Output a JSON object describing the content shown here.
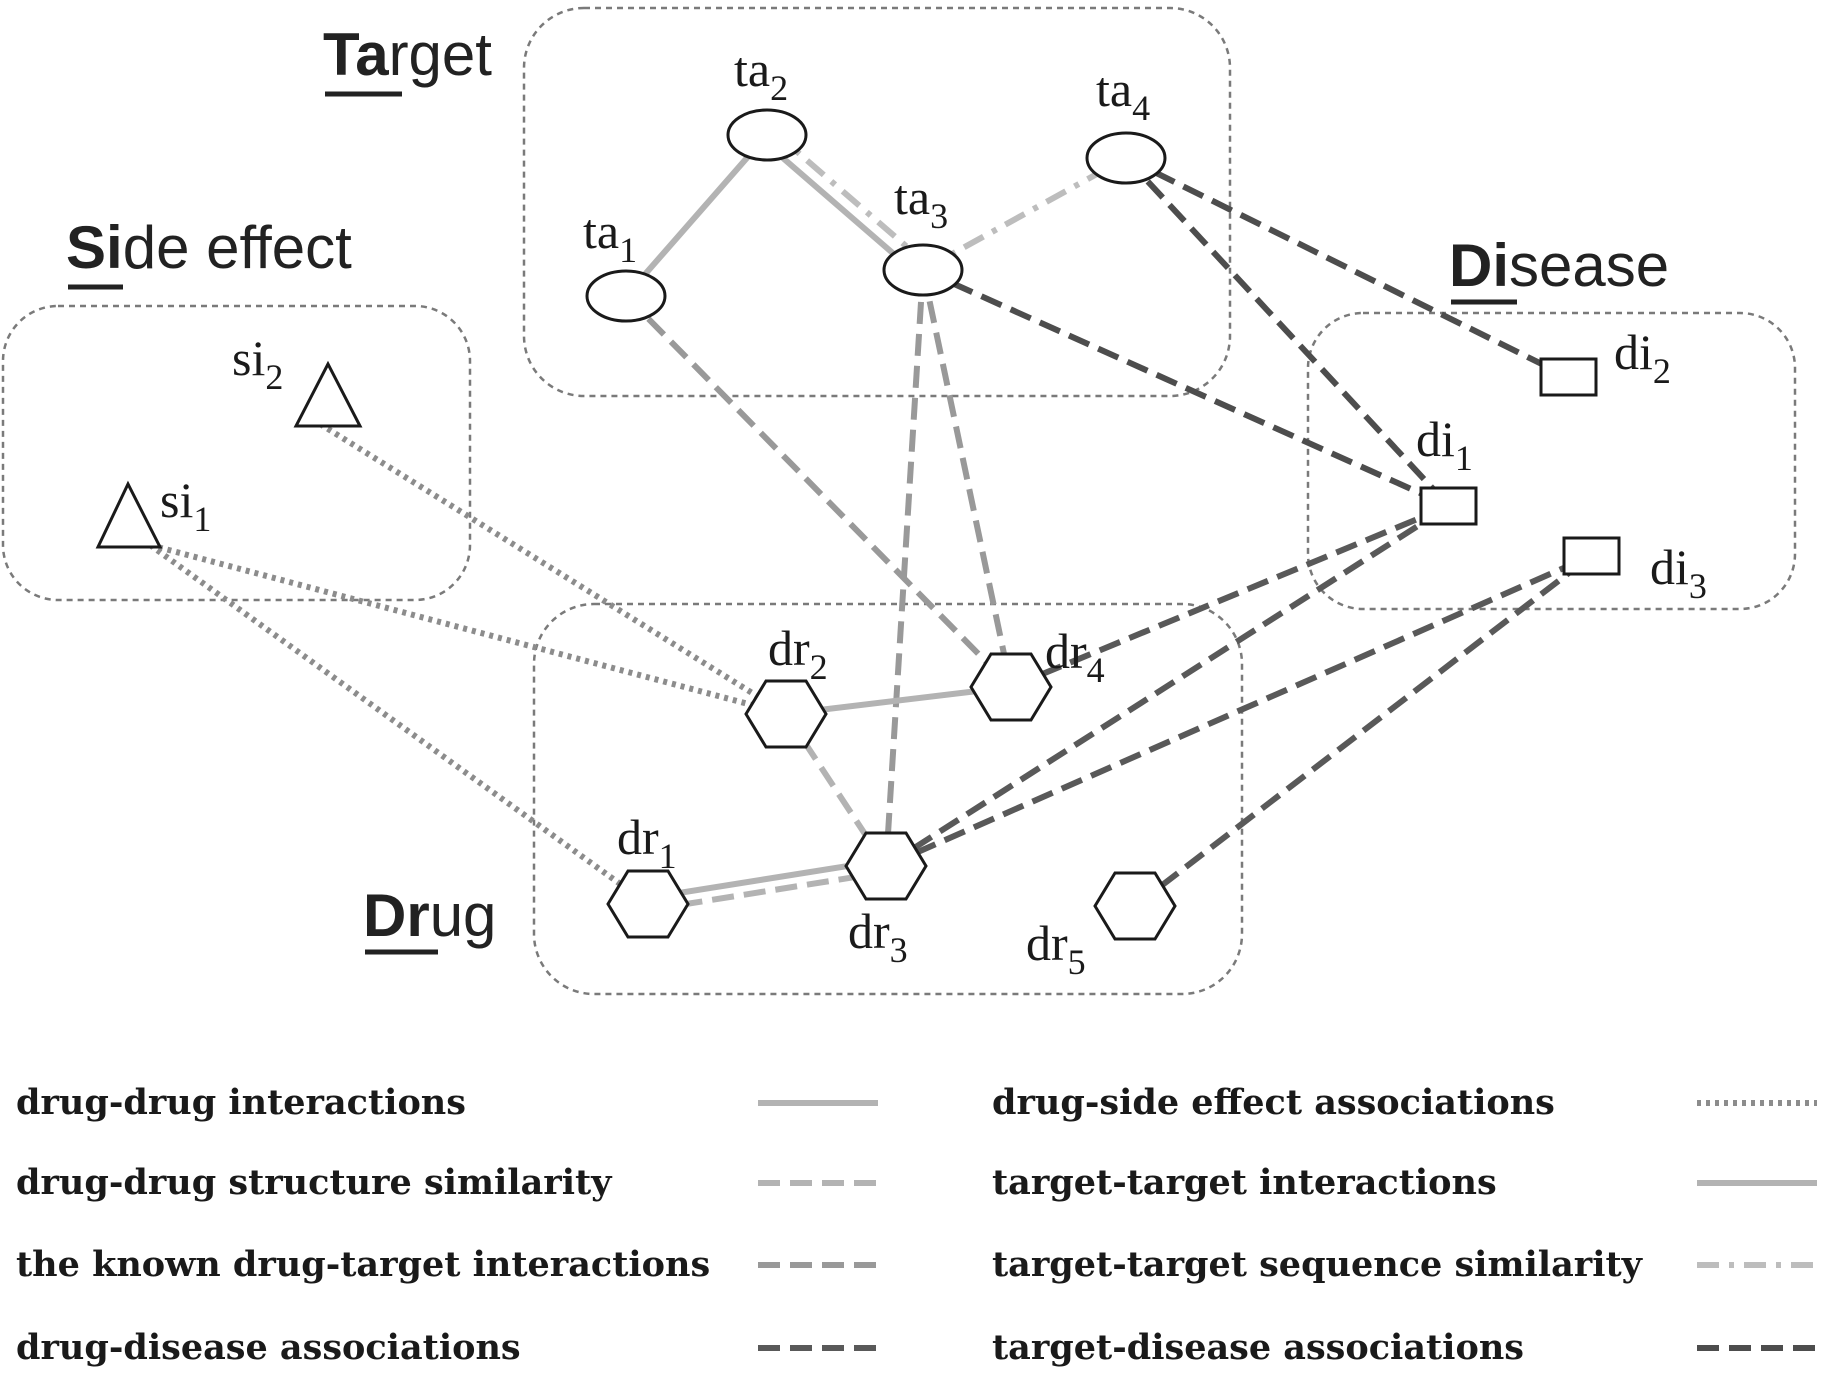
{
  "groups": {
    "target": {
      "bold": "Ta",
      "rest": "rget"
    },
    "side_effect": {
      "bold": "Si",
      "rest": "de effect"
    },
    "disease": {
      "bold": "Di",
      "rest": "sease"
    },
    "drug": {
      "bold": "Dr",
      "rest": "ug"
    }
  },
  "nodes": {
    "ta1": {
      "base": "ta",
      "sub": "1"
    },
    "ta2": {
      "base": "ta",
      "sub": "2"
    },
    "ta3": {
      "base": "ta",
      "sub": "3"
    },
    "ta4": {
      "base": "ta",
      "sub": "4"
    },
    "si1": {
      "base": "si",
      "sub": "1"
    },
    "si2": {
      "base": "si",
      "sub": "2"
    },
    "di1": {
      "base": "di",
      "sub": "1"
    },
    "di2": {
      "base": "di",
      "sub": "2"
    },
    "di3": {
      "base": "di",
      "sub": "3"
    },
    "dr1": {
      "base": "dr",
      "sub": "1"
    },
    "dr2": {
      "base": "dr",
      "sub": "2"
    },
    "dr3": {
      "base": "dr",
      "sub": "3"
    },
    "dr4": {
      "base": "dr",
      "sub": "4"
    },
    "dr5": {
      "base": "dr",
      "sub": "5"
    }
  },
  "edges": [
    {
      "type": "target-target-interactions",
      "from": "ta1",
      "to": "ta2"
    },
    {
      "type": "target-target-interactions",
      "from": "ta2",
      "to": "ta3"
    },
    {
      "type": "target-target-sequence-similarity",
      "from": "ta2",
      "to": "ta3"
    },
    {
      "type": "target-target-sequence-similarity",
      "from": "ta3",
      "to": "ta4"
    },
    {
      "type": "known-drug-target-interactions",
      "from": "ta1",
      "to": "dr4"
    },
    {
      "type": "known-drug-target-interactions",
      "from": "ta3",
      "to": "dr3"
    },
    {
      "type": "known-drug-target-interactions",
      "from": "ta3",
      "to": "dr4"
    },
    {
      "type": "target-disease-associations",
      "from": "ta3",
      "to": "di1"
    },
    {
      "type": "target-disease-associations",
      "from": "ta4",
      "to": "di1"
    },
    {
      "type": "target-disease-associations",
      "from": "ta4",
      "to": "di2"
    },
    {
      "type": "drug-side-effect-associations",
      "from": "si2",
      "to": "dr2"
    },
    {
      "type": "drug-side-effect-associations",
      "from": "si1",
      "to": "dr2"
    },
    {
      "type": "drug-side-effect-associations",
      "from": "si1",
      "to": "dr1"
    },
    {
      "type": "drug-drug-interactions",
      "from": "dr2",
      "to": "dr4"
    },
    {
      "type": "drug-drug-interactions",
      "from": "dr1",
      "to": "dr3"
    },
    {
      "type": "drug-drug-structure-similarity",
      "from": "dr1",
      "to": "dr3"
    },
    {
      "type": "drug-drug-structure-similarity",
      "from": "dr2",
      "to": "dr3"
    },
    {
      "type": "drug-disease-associations",
      "from": "dr4",
      "to": "di1"
    },
    {
      "type": "drug-disease-associations",
      "from": "dr3",
      "to": "di1"
    },
    {
      "type": "drug-disease-associations",
      "from": "dr3",
      "to": "di3"
    },
    {
      "type": "drug-disease-associations",
      "from": "dr5",
      "to": "di3"
    }
  ],
  "legend": [
    {
      "type": "drug-drug-interactions",
      "label": "drug-drug interactions"
    },
    {
      "type": "drug-drug-structure-similarity",
      "label": "drug-drug structure similarity"
    },
    {
      "type": "known-drug-target-interactions",
      "label": "the known drug-target interactions"
    },
    {
      "type": "drug-disease-associations",
      "label": "drug-disease associations"
    },
    {
      "type": "drug-side-effect-associations",
      "label": "drug-side effect associations"
    },
    {
      "type": "target-target-interactions",
      "label": "target-target interactions"
    },
    {
      "type": "target-target-sequence-similarity",
      "label": "target-target sequence similarity"
    },
    {
      "type": "target-disease-associations",
      "label": "target-disease associations"
    }
  ],
  "line_styles": {
    "drug-drug-interactions": {
      "color": "#b3b3b3",
      "style": "solid"
    },
    "drug-drug-structure-similarity": {
      "color": "#b3b3b3",
      "style": "dashed"
    },
    "known-drug-target-interactions": {
      "color": "#999999",
      "style": "dashed"
    },
    "drug-disease-associations": {
      "color": "#595959",
      "style": "dashed"
    },
    "drug-side-effect-associations": {
      "color": "#8c8c8c",
      "style": "dotted"
    },
    "target-target-interactions": {
      "color": "#b3b3b3",
      "style": "solid"
    },
    "target-target-sequence-similarity": {
      "color": "#bdbdbd",
      "style": "dash-dot"
    },
    "target-disease-associations": {
      "color": "#4d4d4d",
      "style": "dashed"
    }
  }
}
